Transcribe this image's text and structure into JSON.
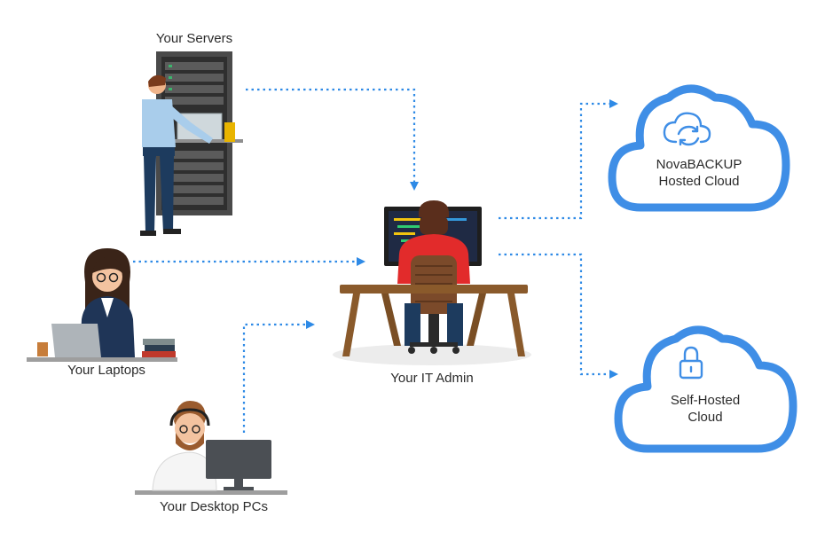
{
  "nodes": {
    "servers": {
      "label": "Your Servers"
    },
    "laptops": {
      "label": "Your Laptops"
    },
    "desktops": {
      "label": "Your Desktop PCs"
    },
    "admin": {
      "label": "Your IT Admin"
    },
    "hosted_cloud": {
      "label_line1": "NovaBACKUP",
      "label_line2": "Hosted Cloud",
      "icon": "cloud-sync-icon"
    },
    "self_cloud": {
      "label_line1": "Self-Hosted",
      "label_line2": "Cloud",
      "icon": "padlock-icon"
    }
  },
  "colors": {
    "accent": "#2e8ae6",
    "cloud_stroke": "#3f8ee6",
    "desk": "#8a5a2b",
    "admin_shirt": "#e22b2b",
    "rack": "#4a4a4a"
  }
}
